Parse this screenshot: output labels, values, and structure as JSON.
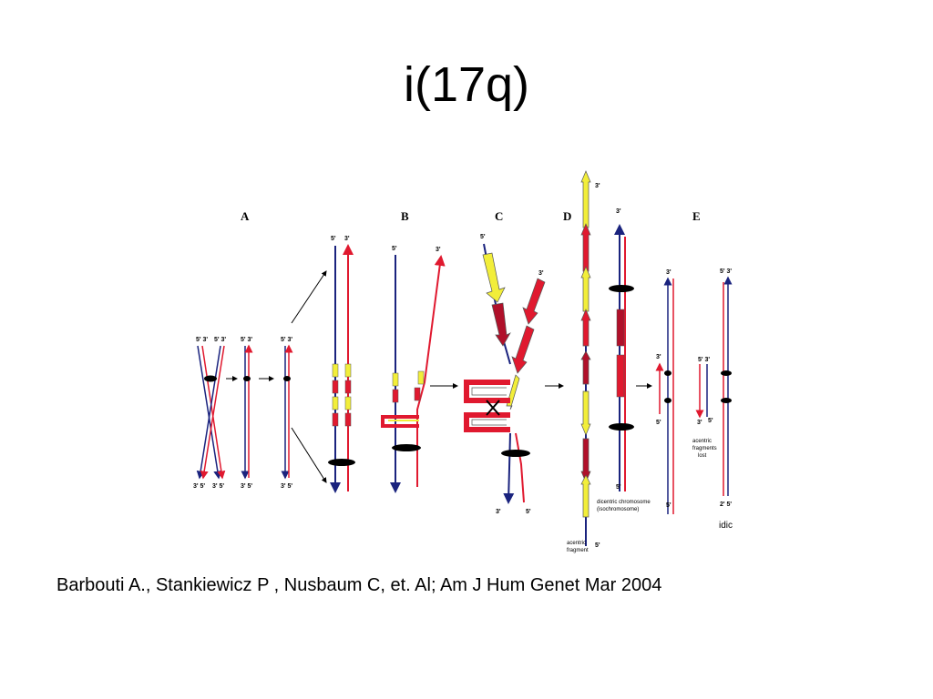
{
  "slide": {
    "title": "i(17q)",
    "citation": "Barbouti A., Stankiewicz P , Nusbaum C, et. Al; Am J Hum Genet Mar 2004"
  },
  "figure": {
    "panels": {
      "a": "A",
      "b": "B",
      "c": "C",
      "d": "D",
      "e": "E"
    },
    "strand_labels": {
      "five": "5'",
      "three": "3'",
      "pair_53": "5' 3'",
      "pair_35": "3' 5'",
      "pair_25": "2' 5'"
    },
    "captions": {
      "dicentric": "dicentric chromosome",
      "isochromosome": "(isochromosome)",
      "acentric": "acentric",
      "fragment": "fragment",
      "fragments": "fragments",
      "lost": "lost",
      "idic": "idic"
    },
    "colors": {
      "navy": "#1a237e",
      "red": "#e0192f",
      "yellow": "#f2ee3a",
      "maroon": "#b0102a"
    }
  }
}
